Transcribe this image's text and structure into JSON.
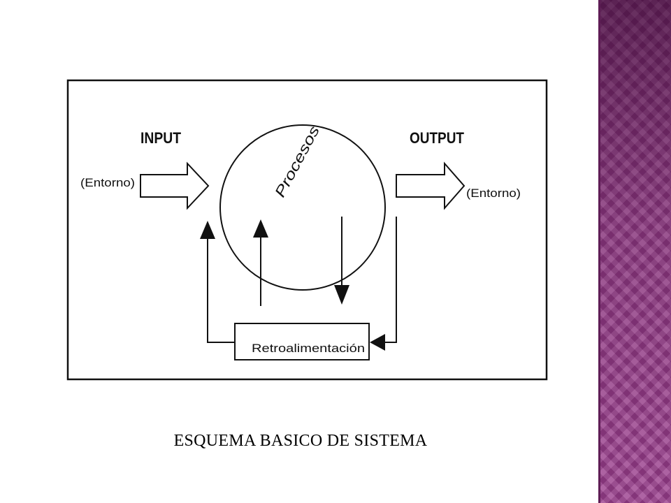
{
  "diagram": {
    "input_label": "INPUT",
    "output_label": "OUTPUT",
    "input_environment": "(Entorno)",
    "output_environment": "(Entorno)",
    "process_label": "Procesos",
    "feedback_label": "Retroalimentación"
  },
  "caption": "ESQUEMA BASICO DE SISTEMA",
  "colors": {
    "side_band": "#9c3f8f",
    "side_band_dark": "#5e1c55",
    "line": "#111111"
  }
}
